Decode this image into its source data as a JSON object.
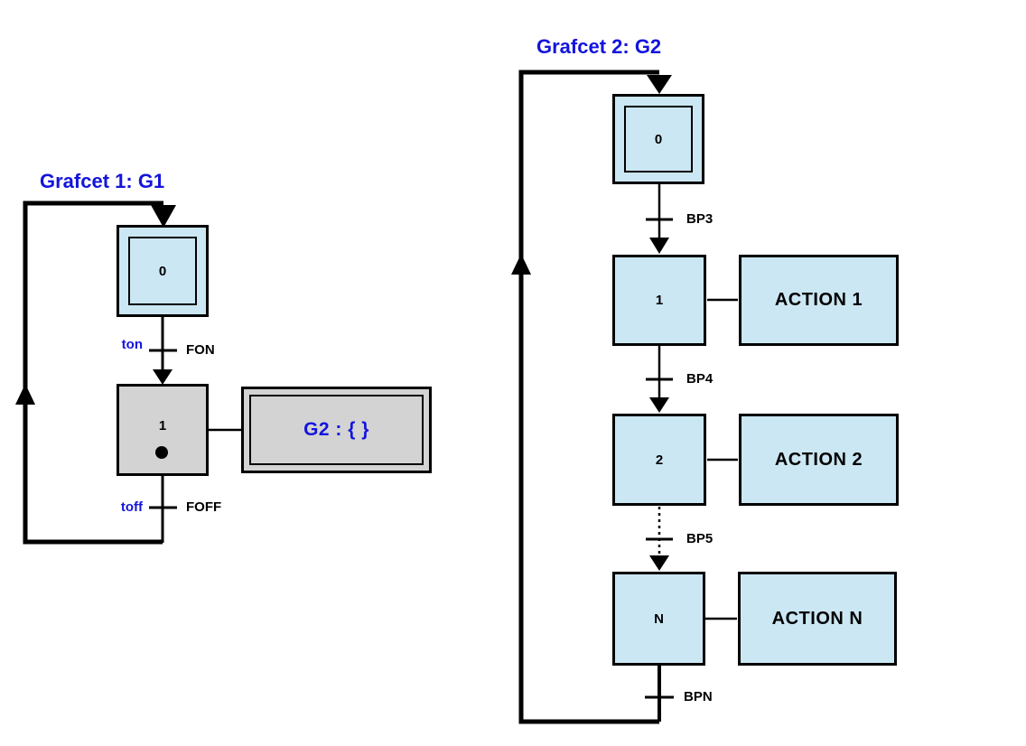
{
  "grafcet1": {
    "title": "Grafcet 1: G1",
    "steps": [
      {
        "label": "0",
        "type": "initial"
      },
      {
        "label": "1",
        "type": "normal",
        "token": true
      }
    ],
    "transitions": [
      {
        "receptivity": "ton",
        "label": "FON"
      },
      {
        "receptivity": "toff",
        "label": "FOFF"
      }
    ],
    "actions": [
      {
        "label": "G2 : { }",
        "style": "double-border"
      }
    ]
  },
  "grafcet2": {
    "title": "Grafcet 2: G2",
    "steps": [
      {
        "label": "0",
        "type": "initial"
      },
      {
        "label": "1",
        "type": "normal"
      },
      {
        "label": "2",
        "type": "normal"
      },
      {
        "label": "N",
        "type": "normal"
      }
    ],
    "transitions": [
      {
        "label": "BP3"
      },
      {
        "label": "BP4"
      },
      {
        "label": "BP5",
        "dotted_link": true
      },
      {
        "label": "BPN"
      }
    ],
    "actions": [
      {
        "label": "ACTION 1"
      },
      {
        "label": "ACTION 2"
      },
      {
        "label": "ACTION N"
      }
    ]
  },
  "colors": {
    "title_blue": "#1414dd",
    "receptivity_blue": "#1414dd",
    "step_fill_light_blue": "#cbe7f3",
    "step_fill_gray": "#d3d3d3",
    "line": "#000000",
    "background": "#ffffff"
  }
}
